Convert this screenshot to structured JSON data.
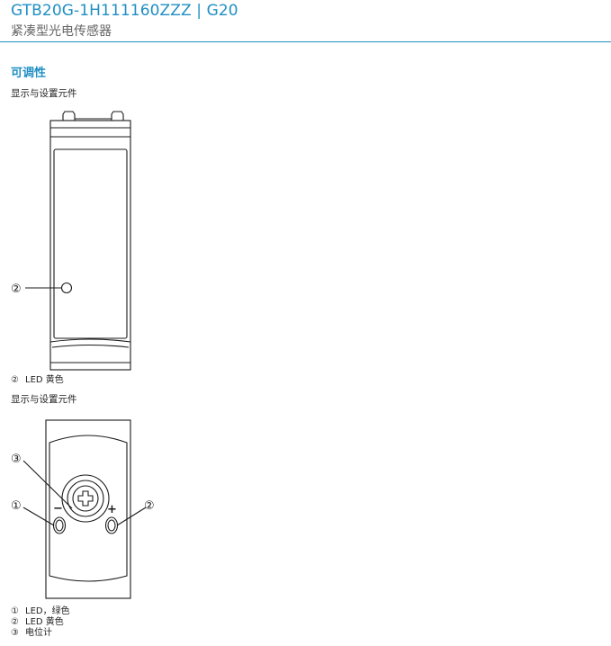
{
  "header": {
    "title": "GTB20G-1H111160ZZZ | G20",
    "subtitle": "紧凑型光电传感器"
  },
  "section": {
    "title": "可调性"
  },
  "figure_top": {
    "caption": "显示与设置元件",
    "callout": "②",
    "legend": [
      {
        "num": "②",
        "text": "LED 黄色"
      }
    ]
  },
  "figure_bottom": {
    "caption": "显示与设置元件",
    "callouts": {
      "one": "①",
      "two": "②",
      "three": "③"
    },
    "minus": "−",
    "plus": "+",
    "legend": [
      {
        "num": "①",
        "text": "LED，绿色"
      },
      {
        "num": "②",
        "text": "LED 黄色"
      },
      {
        "num": "③",
        "text": "电位计"
      }
    ]
  },
  "colors": {
    "accent": "#1f8fc3",
    "subtitle": "#666666",
    "drawing": "#1a1a1a"
  }
}
